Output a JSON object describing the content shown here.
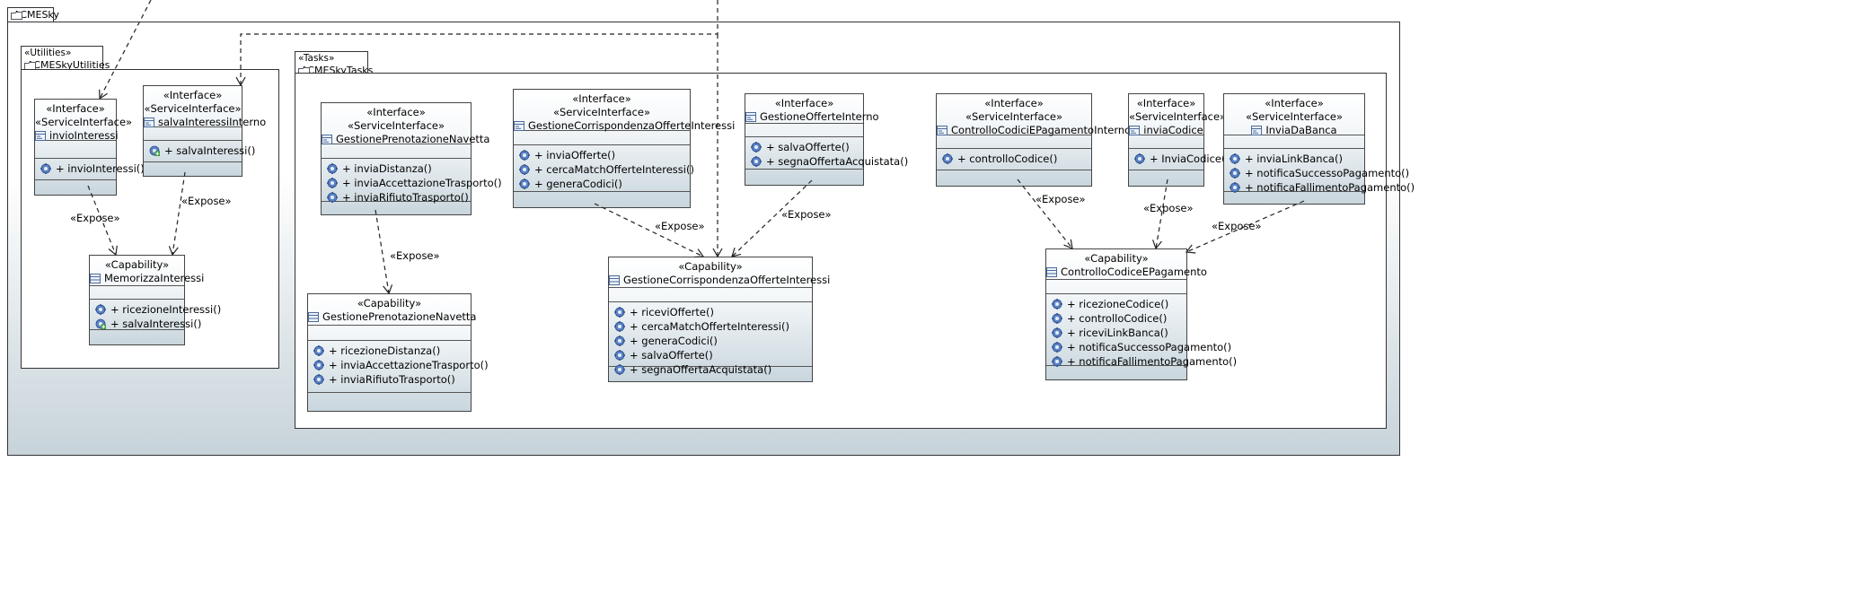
{
  "packages": {
    "root": {
      "name": "ACMESky"
    },
    "utilities": {
      "stereotype": "«Utilities»",
      "name": "ACMESkyUtilities"
    },
    "tasks": {
      "stereotype": "«Tasks»",
      "name": "ACMESkyTasks"
    }
  },
  "boxes": {
    "invio_interessi": {
      "stereotypes": [
        "«Interface»",
        "«ServiceInterface»"
      ],
      "name": "invioInteressi",
      "ops": [
        "+ invioInteressi()"
      ]
    },
    "salva_interessi_interno": {
      "stereotypes": [
        "«Interface»",
        "«ServiceInterface»"
      ],
      "name": "salvaInteressiInterno",
      "ops": [
        "+ salvaInteressi()"
      ]
    },
    "memorizza_interessi": {
      "stereotypes": [
        "«Capability»"
      ],
      "name": "MemorizzaInteressi",
      "ops": [
        "+ ricezioneInteressi()",
        "+ salvaInteressi()"
      ]
    },
    "gest_pren_navetta_if": {
      "stereotypes": [
        "«Interface»",
        "«ServiceInterface»"
      ],
      "name": "GestionePrenotazioneNavetta",
      "ops": [
        "+ inviaDistanza()",
        "+ inviaAccettazioneTrasporto()",
        "+ inviaRifiutoTrasporto()"
      ]
    },
    "gest_pren_navetta_cap": {
      "stereotypes": [
        "«Capability»"
      ],
      "name": "GestionePrenotazioneNavetta",
      "ops": [
        "+ ricezioneDistanza()",
        "+ inviaAccettazioneTrasporto()",
        "+ inviaRifiutoTrasporto()"
      ]
    },
    "gest_corr_if": {
      "stereotypes": [
        "«Interface»",
        "«ServiceInterface»"
      ],
      "name": "GestioneCorrispondenzaOfferteInteressi",
      "ops": [
        "+ inviaOfferte()",
        "+ cercaMatchOfferteInteressi()",
        "+ generaCodici()"
      ]
    },
    "gest_offerte_interno": {
      "stereotypes": [
        "«Interface»"
      ],
      "name": "GestioneOfferteInterno",
      "ops": [
        "+ salvaOfferte()",
        "+ segnaOffertaAcquistata()"
      ]
    },
    "gest_corr_cap": {
      "stereotypes": [
        "«Capability»"
      ],
      "name": "GestioneCorrispondenzaOfferteInteressi",
      "ops": [
        "+ riceviOfferte()",
        "+ cercaMatchOfferteInteressi()",
        "+ generaCodici()",
        "+ salvaOfferte()",
        "+ segnaOffertaAcquistata()"
      ]
    },
    "controllo_codici_interno": {
      "stereotypes": [
        "«Interface»",
        "«ServiceInterface»"
      ],
      "name": "ControlloCodiciEPagamentoInterno",
      "ops": [
        "+ controlloCodice()"
      ]
    },
    "invia_codice": {
      "stereotypes": [
        "«Interface»",
        "«ServiceInterface»"
      ],
      "name": "inviaCodice",
      "ops": [
        "+ InviaCodice()"
      ]
    },
    "invia_da_banca": {
      "stereotypes": [
        "«Interface»",
        "«ServiceInterface»"
      ],
      "name": "InviaDaBanca",
      "ops": [
        "+ inviaLinkBanca()",
        "+ notificaSuccessoPagamento()",
        "+ notificaFallimentoPagamento()"
      ]
    },
    "controllo_codice_cap": {
      "stereotypes": [
        "«Capability»"
      ],
      "name": "ControlloCodiceEPagamento",
      "ops": [
        "+ ricezioneCodice()",
        "+ controlloCodice()",
        "+ riceviLinkBanca()",
        "+ notificaSuccessoPagamento()",
        "+ notificaFallimentoPagamento()"
      ]
    }
  },
  "edge_labels": {
    "expose": "«Expose»"
  },
  "colors": {
    "border": "#333333",
    "gradient_end": "#c9d6dd",
    "gear_icon": "#4a74b8"
  }
}
